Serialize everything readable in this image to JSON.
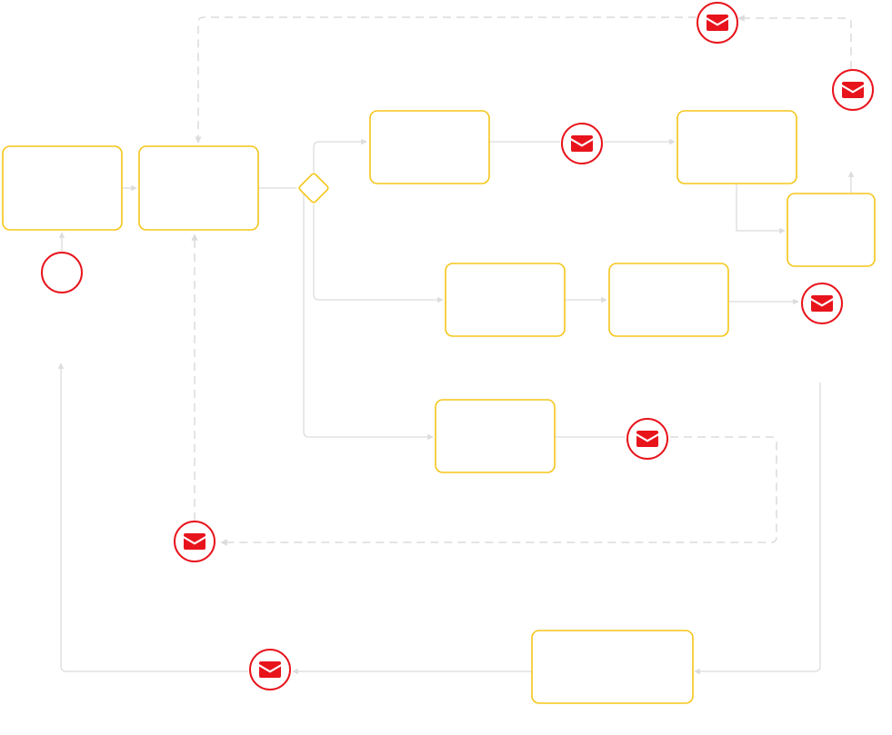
{
  "diagram": {
    "type": "bpmn-process",
    "colors": {
      "task_stroke": "#f5c518",
      "event_stroke": "#e8141c",
      "event_fill": "#ffffff",
      "envelope_fill": "#e8141c",
      "flow_stroke": "#dcdcdc",
      "message_flow_stroke": "#dcdcdc"
    },
    "tasks": [
      {
        "id": "task-1",
        "label": ""
      },
      {
        "id": "task-2",
        "label": ""
      },
      {
        "id": "task-3",
        "label": ""
      },
      {
        "id": "task-4",
        "label": ""
      },
      {
        "id": "task-5",
        "label": ""
      },
      {
        "id": "task-6",
        "label": ""
      },
      {
        "id": "task-7",
        "label": ""
      },
      {
        "id": "task-8",
        "label": ""
      },
      {
        "id": "task-9",
        "label": ""
      }
    ],
    "gateways": [
      {
        "id": "gateway-1",
        "kind": "exclusive"
      }
    ],
    "events": [
      {
        "id": "start-event",
        "kind": "start",
        "icon": "none"
      },
      {
        "id": "message-event-1",
        "kind": "intermediate",
        "icon": "envelope-icon"
      },
      {
        "id": "message-event-2",
        "kind": "intermediate",
        "icon": "envelope-icon"
      },
      {
        "id": "message-event-3",
        "kind": "intermediate",
        "icon": "envelope-icon"
      },
      {
        "id": "message-event-4",
        "kind": "intermediate",
        "icon": "envelope-icon"
      },
      {
        "id": "message-event-5",
        "kind": "intermediate",
        "icon": "envelope-icon"
      },
      {
        "id": "message-event-6",
        "kind": "intermediate",
        "icon": "envelope-icon"
      },
      {
        "id": "message-event-7",
        "kind": "intermediate",
        "icon": "envelope-icon"
      }
    ]
  }
}
